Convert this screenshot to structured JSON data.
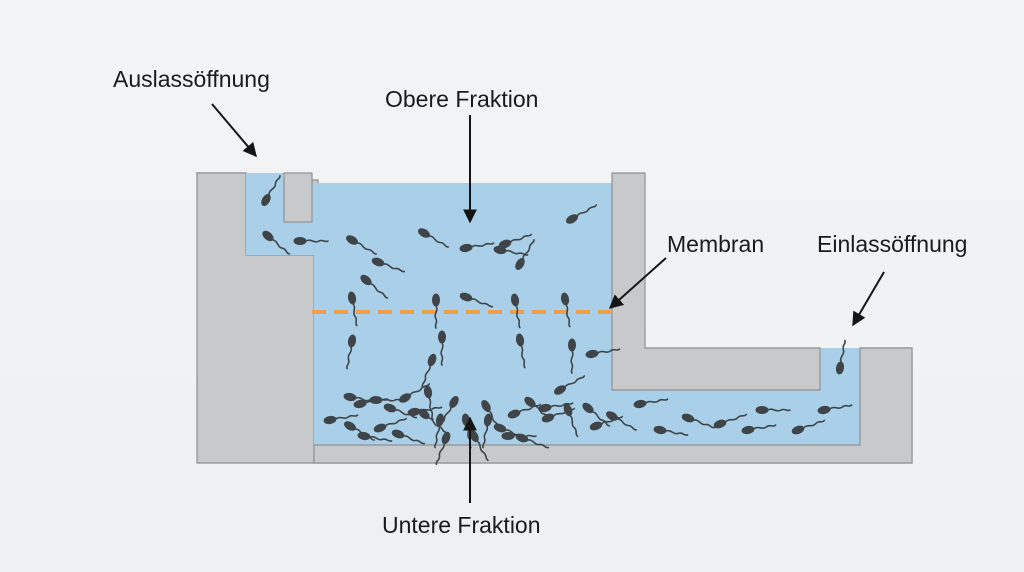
{
  "labels": {
    "outlet": "Auslassöffnung",
    "upper_fraction": "Obere Fraktion",
    "membrane": "Membran",
    "inlet": "Einlassöffnung",
    "lower_fraction": "Untere Fraktion"
  },
  "colors": {
    "background": "#f1f3f5",
    "wall": "#c8c9cb",
    "wall_stroke": "#8f9194",
    "liquid": "#a9d0e8",
    "membrane": "#f0a04a",
    "sperm": "#3f4448",
    "arrow": "#151515"
  }
}
